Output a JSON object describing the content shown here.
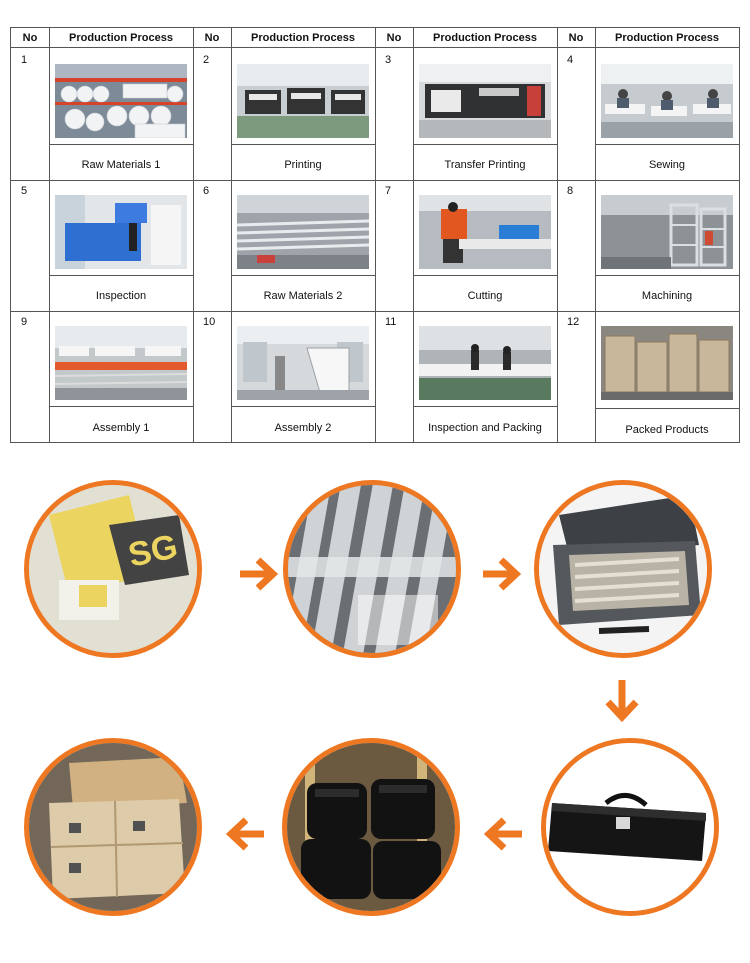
{
  "table": {
    "headers": [
      {
        "no": "No",
        "title": "Production Process"
      },
      {
        "no": "No",
        "title": "Production Process"
      },
      {
        "no": "No",
        "title": "Production Process"
      },
      {
        "no": "No",
        "title": "Production Process"
      }
    ],
    "rows": [
      [
        {
          "no": "1",
          "caption": "Raw Materials 1"
        },
        {
          "no": "2",
          "caption": "Printing"
        },
        {
          "no": "3",
          "caption": "Transfer Printing"
        },
        {
          "no": "4",
          "caption": "Sewing"
        }
      ],
      [
        {
          "no": "5",
          "caption": "Inspection"
        },
        {
          "no": "6",
          "caption": "Raw Materials 2"
        },
        {
          "no": "7",
          "caption": "Cutting"
        },
        {
          "no": "8",
          "caption": "Machining"
        }
      ],
      [
        {
          "no": "9",
          "caption": "Assembly 1"
        },
        {
          "no": "10",
          "caption": "Assembly 2"
        },
        {
          "no": "11",
          "caption": "Inspection and Packing"
        },
        {
          "no": "12",
          "caption": "Packed Products"
        }
      ]
    ]
  },
  "packing_flow": {
    "accent_color": "#ee7722",
    "steps": [
      {
        "image": "printed-fabric-in-bag"
      },
      {
        "image": "aluminum-poles-wrapped"
      },
      {
        "image": "frame-in-open-carry-bag"
      },
      {
        "image": "closed-carry-bag"
      },
      {
        "image": "bags-in-crate"
      },
      {
        "image": "cartons-on-pallet"
      }
    ],
    "arrows": [
      "arrow-right-icon",
      "arrow-right-icon",
      "arrow-down-icon",
      "arrow-left-icon",
      "arrow-left-icon"
    ]
  }
}
